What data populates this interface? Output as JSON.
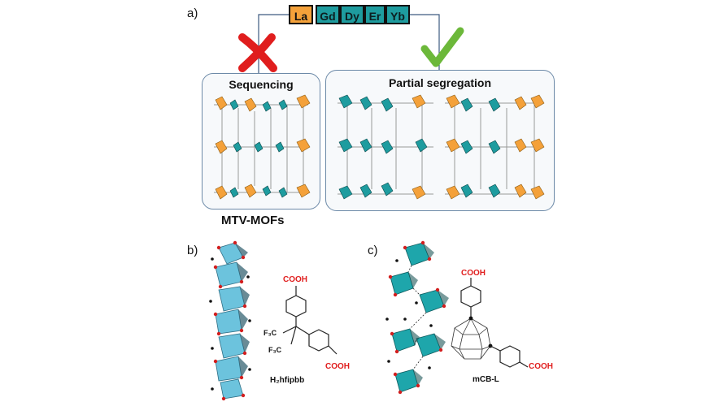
{
  "panel_labels": {
    "a": "a)",
    "b": "b)",
    "c": "c)"
  },
  "elements": [
    {
      "symbol": "La",
      "color": "#f4a13a"
    },
    {
      "symbol": "Gd",
      "color": "#1e9c9f"
    },
    {
      "symbol": "Dy",
      "color": "#1e9c9f"
    },
    {
      "symbol": "Er",
      "color": "#1e9c9f"
    },
    {
      "symbol": "Yb",
      "color": "#1e9c9f"
    }
  ],
  "boxes": {
    "left_title": "Sequencing",
    "right_title": "Partial segregation"
  },
  "caption_mtv": "MTV-MOFs",
  "ligand_b": {
    "cooh_top": "COOH",
    "cooh_bottom": "COOH",
    "cf3_a": "F₃C",
    "cf3_b": "F₃C",
    "name": "H₂hfipbb"
  },
  "ligand_c": {
    "cooh_top": "COOH",
    "cooh_bottom": "COOH",
    "name": "mCB-L"
  },
  "colors": {
    "orange": "#f4a13a",
    "teal": "#1e9c9f",
    "light_blue": "#6cc3dd",
    "red_mark": "#e01d1d",
    "green_mark": "#6cb83a"
  }
}
